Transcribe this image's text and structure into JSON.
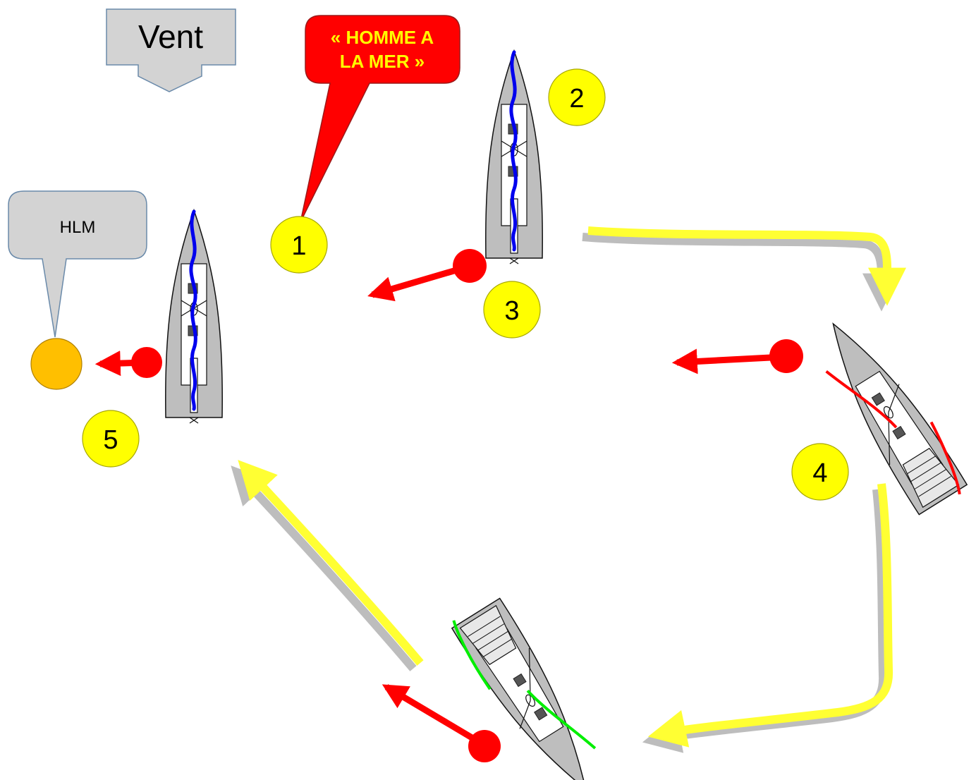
{
  "labels": {
    "wind": "Vent",
    "alert_line1": "« HOMME A",
    "alert_line2": "LA MER »",
    "hlm": "HLM"
  },
  "steps": [
    "1",
    "2",
    "3",
    "4",
    "5"
  ],
  "colors": {
    "wind_box": "#d3d3d3",
    "alert_fill": "#ff0000",
    "alert_text": "#ffff00",
    "step_fill": "#ffff00",
    "path": "#ffff33",
    "path_shadow": "#bdbdbd",
    "drift_arrow": "#ff0000",
    "buoy": "#ffbf00",
    "hull": "#bebebe",
    "deck": "#ffffff",
    "sheet_close_hauled": "#0000ee",
    "sail_broad_reach": "#ff0000",
    "sail_reach": "#00ee00"
  }
}
